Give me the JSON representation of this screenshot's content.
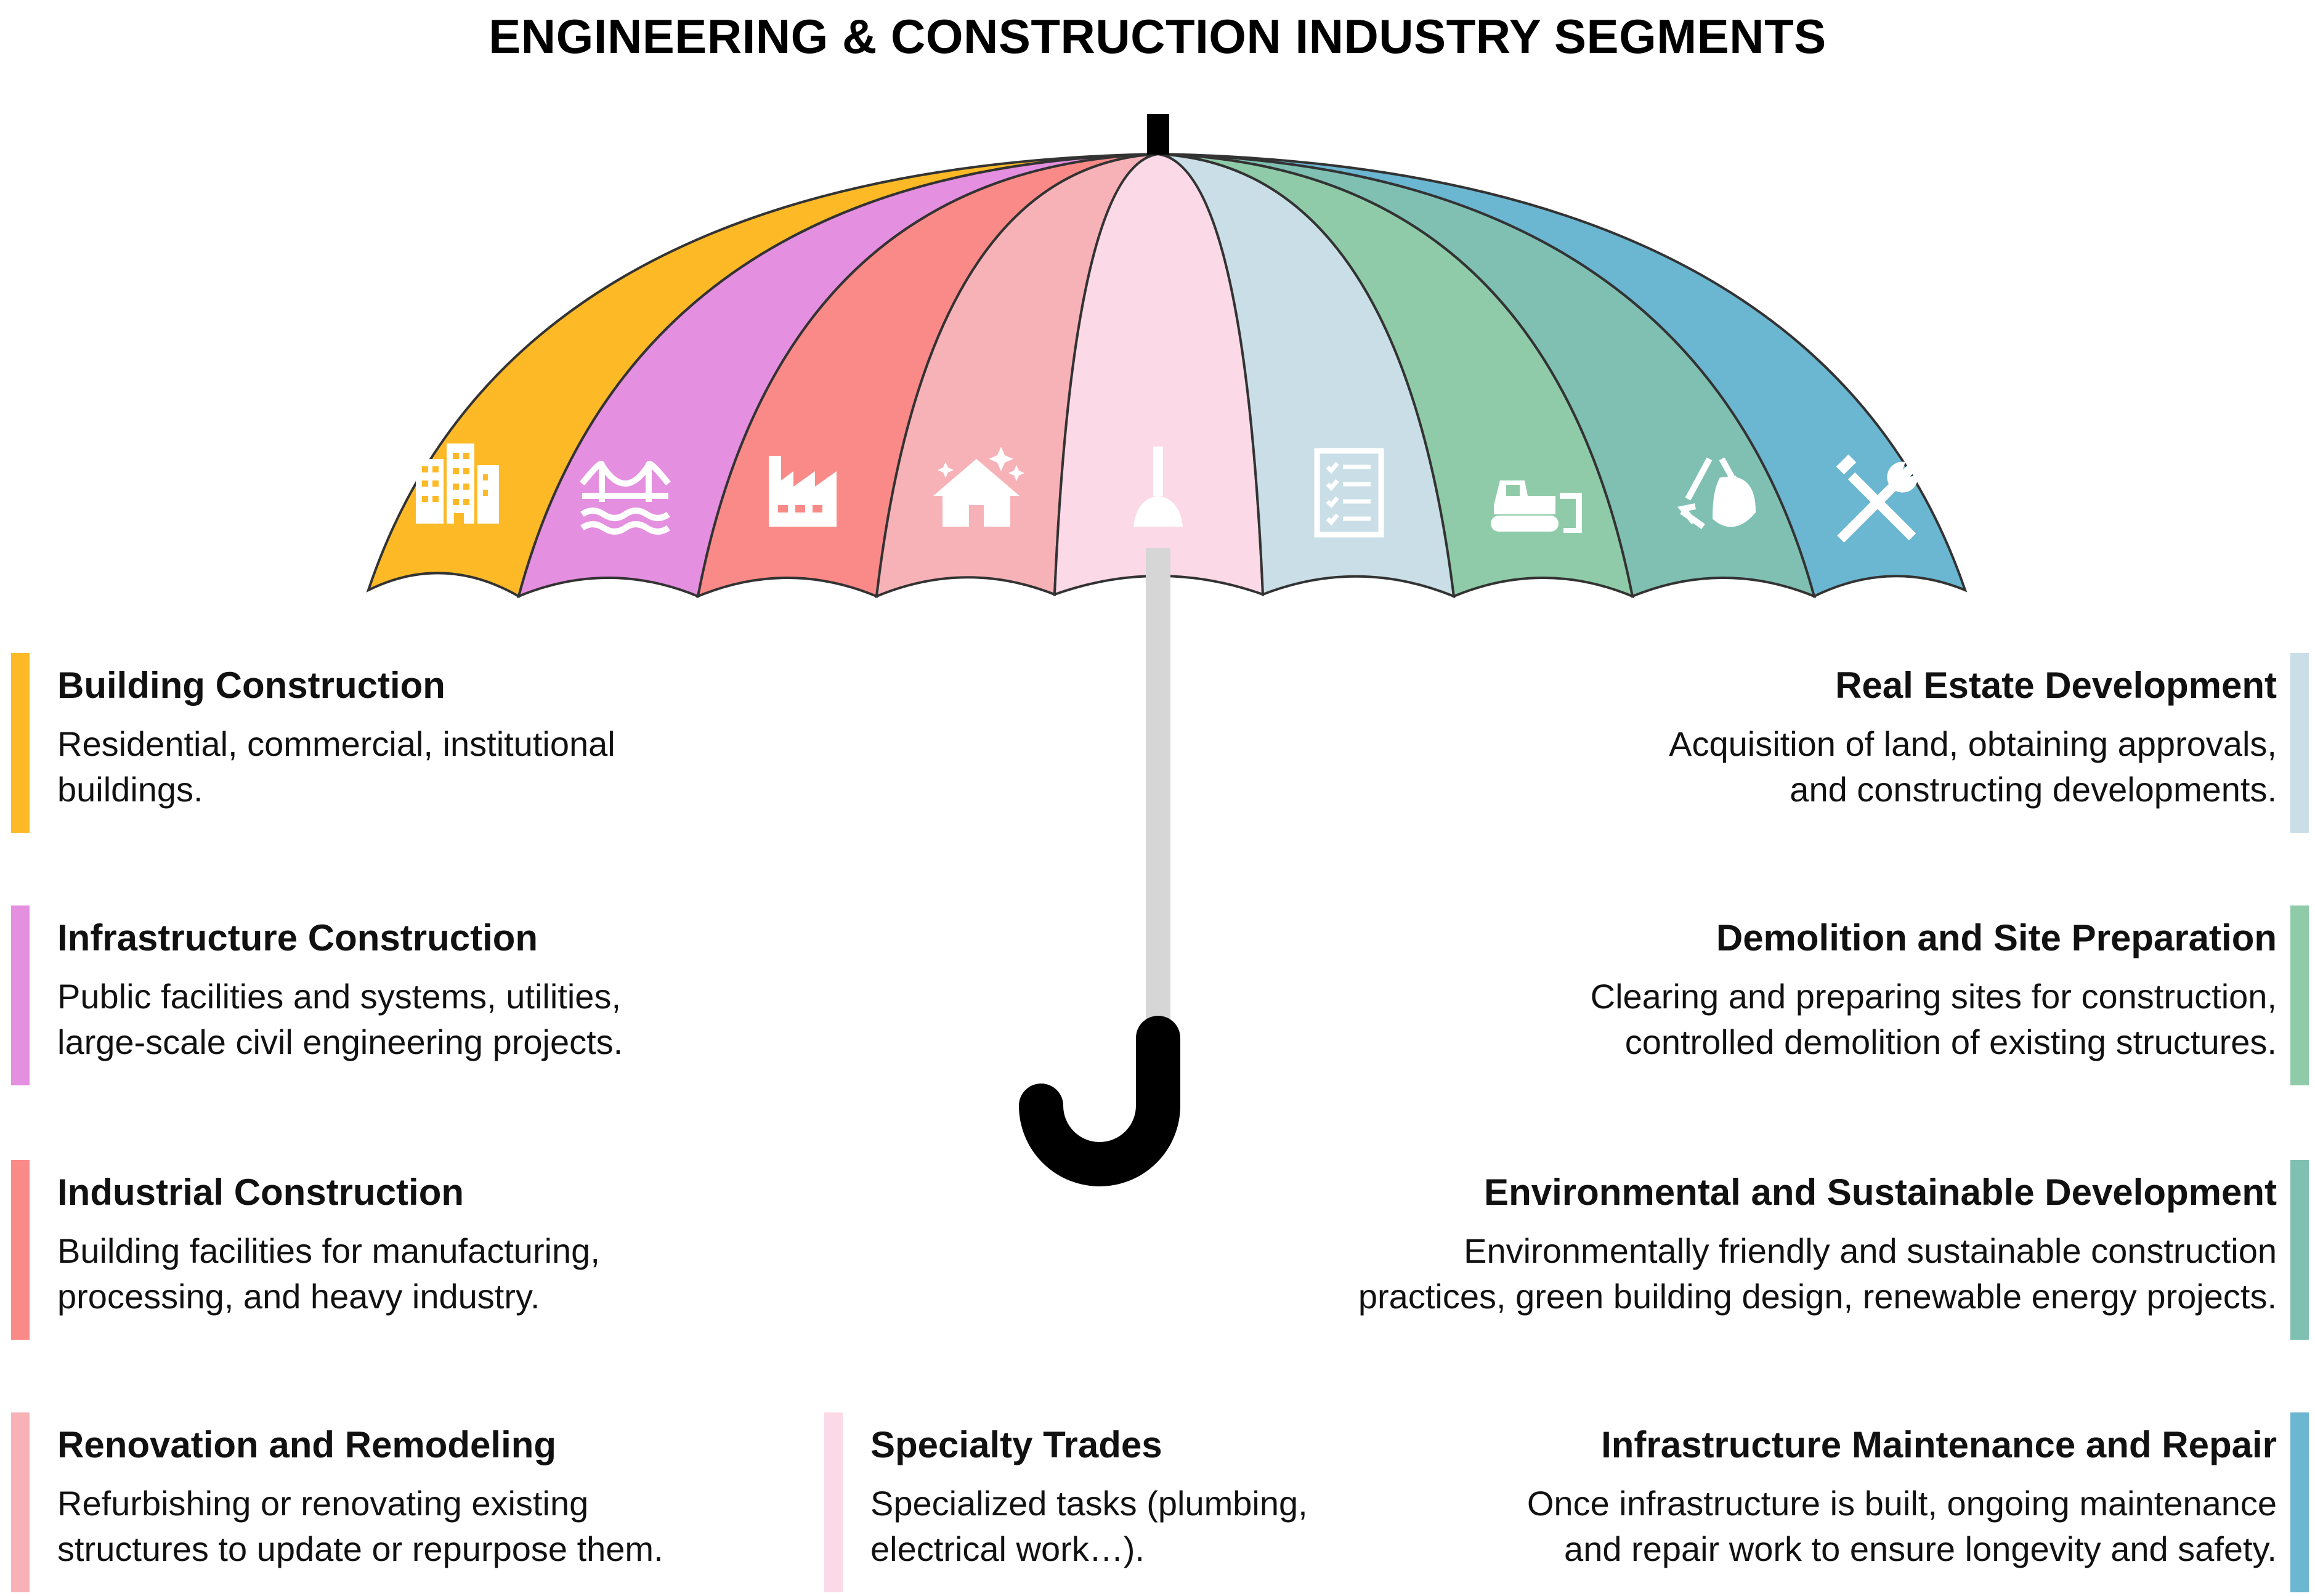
{
  "title": "ENGINEERING & CONSTRUCTION INDUSTRY SEGMENTS",
  "colors": {
    "building": "#FDB926",
    "infrastructure": "#E48FDF",
    "industrial": "#FA8A88",
    "renovation": "#F7B2B8",
    "specialty": "#FCD9E6",
    "real_estate": "#C9DEE6",
    "demolition": "#8FCBA8",
    "environmental": "#7FC0B2",
    "maintenance": "#6BB6D1"
  },
  "panels": [
    {
      "icon": "buildings-icon",
      "color": "#FDB926"
    },
    {
      "icon": "bridge-icon",
      "color": "#E48FDF"
    },
    {
      "icon": "factory-icon",
      "color": "#FA8A88"
    },
    {
      "icon": "house-icon",
      "color": "#F7B2B8"
    },
    {
      "icon": "plunger-icon",
      "color": "#FCD9E6"
    },
    {
      "icon": "checklist-icon",
      "color": "#C9DEE6"
    },
    {
      "icon": "bulldozer-icon",
      "color": "#8FCBA8"
    },
    {
      "icon": "recycle-icon",
      "color": "#7FC0B2"
    },
    {
      "icon": "tools-icon",
      "color": "#6BB6D1"
    }
  ],
  "segments": {
    "building": {
      "title": "Building Construction",
      "desc1": "Residential, commercial, institutional",
      "desc2": "buildings."
    },
    "infrastructure": {
      "title": "Infrastructure Construction",
      "desc1": "Public facilities and systems, utilities,",
      "desc2": "large-scale civil engineering projects."
    },
    "industrial": {
      "title": "Industrial Construction",
      "desc1": "Building facilities for manufacturing,",
      "desc2": "processing, and heavy industry."
    },
    "renovation": {
      "title": "Renovation and Remodeling",
      "desc1": "Refurbishing or renovating existing",
      "desc2": "structures to update or repurpose them."
    },
    "specialty": {
      "title": "Specialty Trades",
      "desc1": "Specialized tasks (plumbing,",
      "desc2": "electrical work…)."
    },
    "real_estate": {
      "title": "Real Estate Development",
      "desc1": "Acquisition of land, obtaining approvals,",
      "desc2": "and constructing developments."
    },
    "demolition": {
      "title": "Demolition and Site Preparation",
      "desc1": "Clearing and preparing sites for construction,",
      "desc2": "controlled demolition of existing structures."
    },
    "environmental": {
      "title": "Environmental and Sustainable Development",
      "desc1": "Environmentally friendly and sustainable construction",
      "desc2": "practices, green building design, renewable energy projects."
    },
    "maintenance": {
      "title": "Infrastructure Maintenance and Repair",
      "desc1": "Once infrastructure is built, ongoing maintenance",
      "desc2": "and repair work to ensure longevity and safety."
    }
  }
}
